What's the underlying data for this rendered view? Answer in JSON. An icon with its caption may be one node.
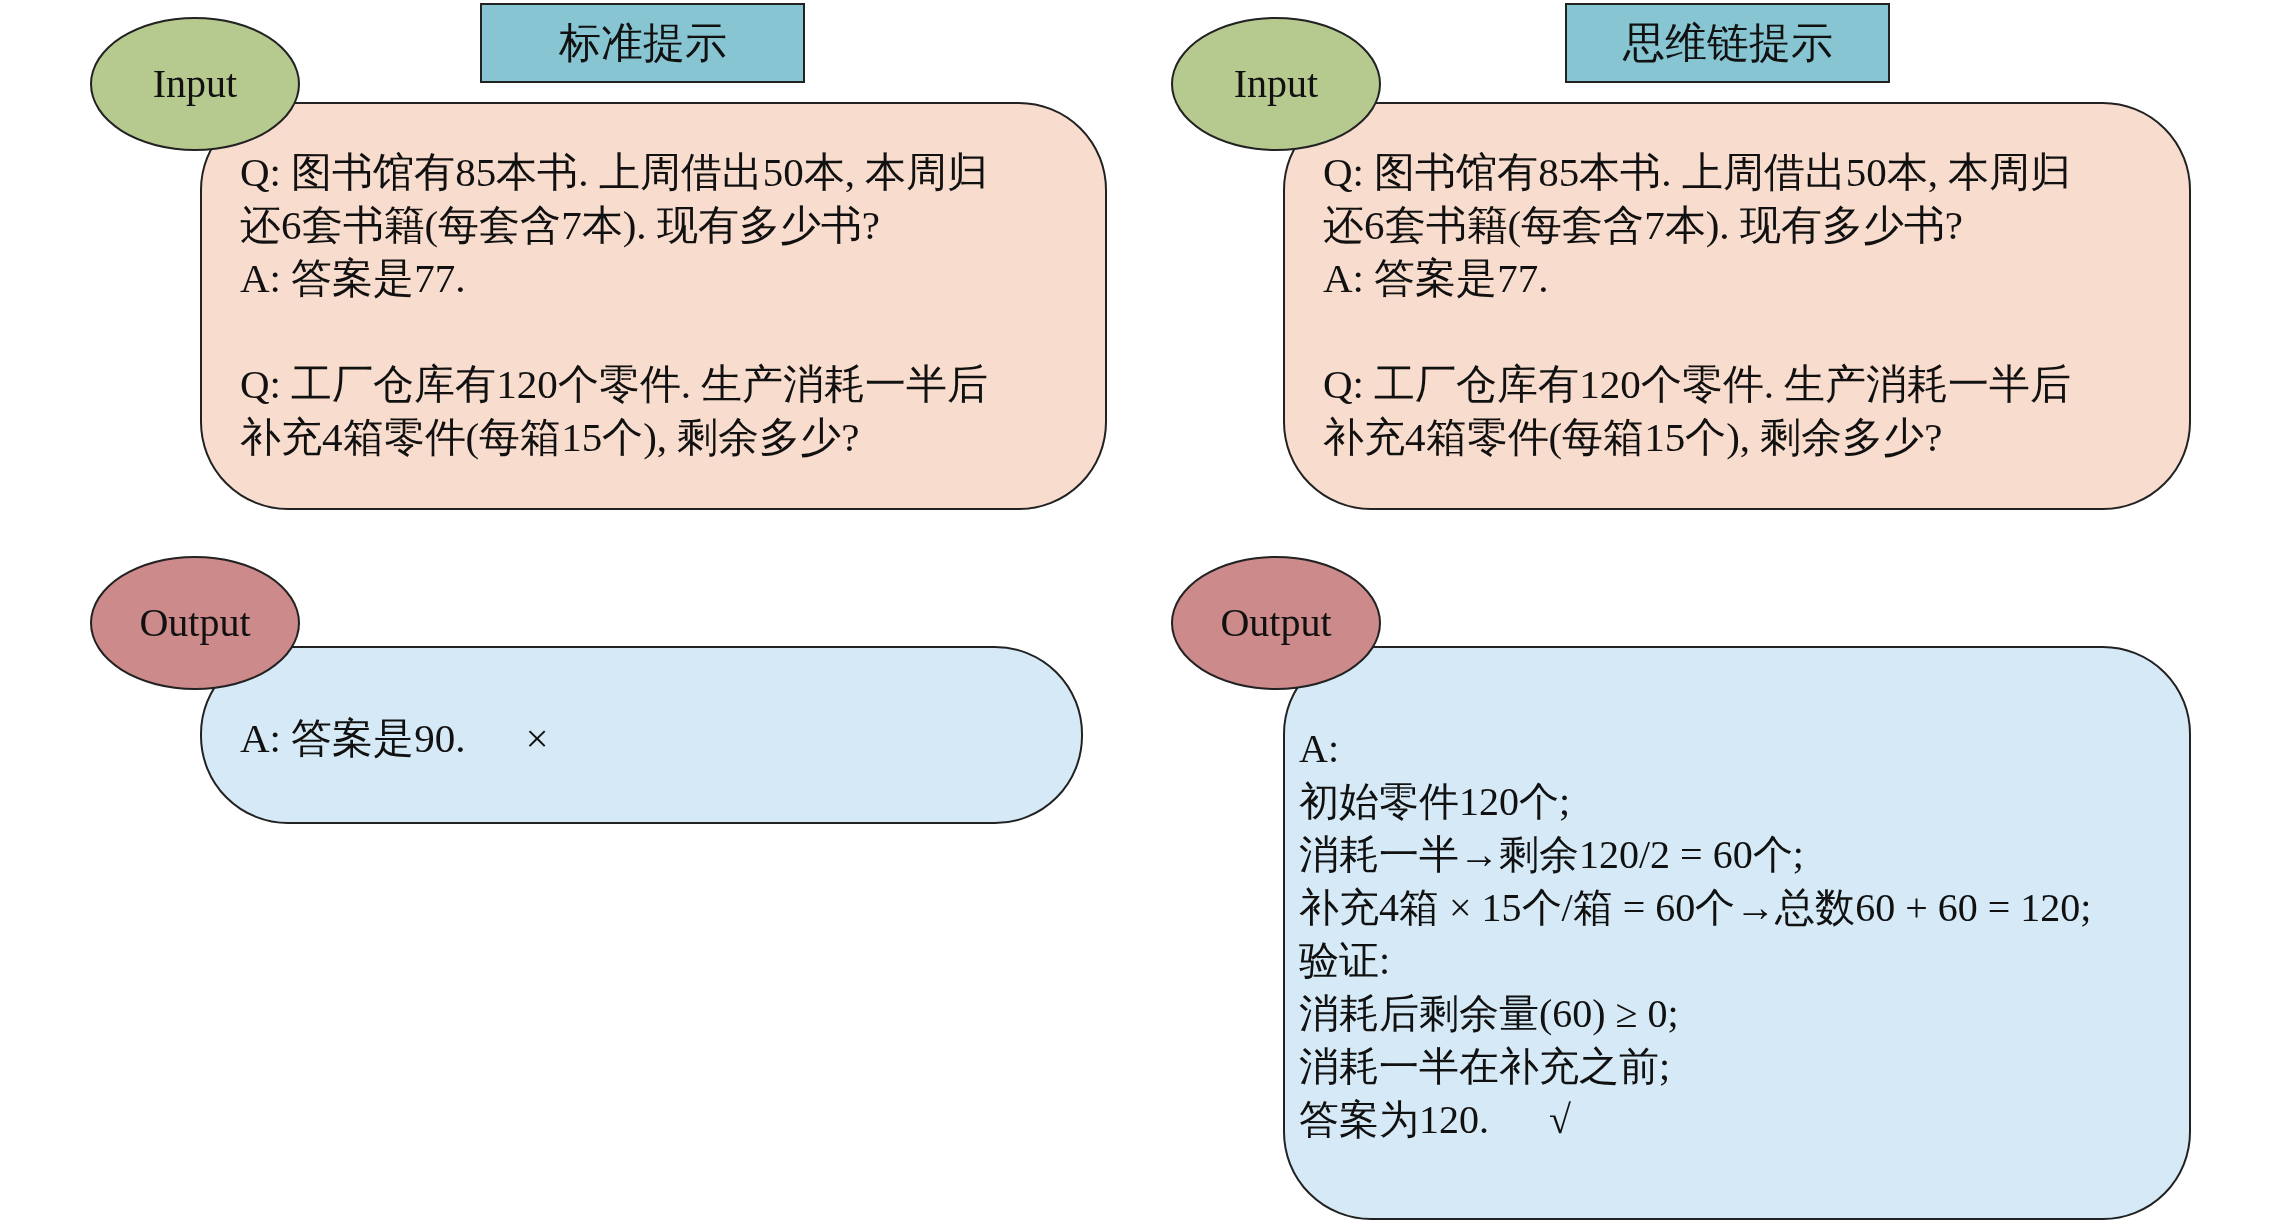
{
  "diagram": {
    "nodes": [
      {
        "text": [
          "标准提示"
        ]
      },
      {
        "text": [
          "Input"
        ]
      },
      {
        "text": [
          "Q: 图书馆有85本书. 上周借出50本, 本周归还6套书籍(每套含7本). 现有多少书?",
          "A: 答案是77.",
          "Q: 工厂仓库有120个零件. 生产消耗一半后补充4箱零件(每箱15个), 剩余多少?"
        ]
      },
      {
        "text": [
          "Output"
        ]
      },
      {
        "text": [
          "A: 答案是90.",
          "×"
        ]
      },
      {
        "text": [
          "思维链提示"
        ]
      },
      {
        "text": [
          "Input"
        ]
      },
      {
        "text": [
          "Q: 图书馆有85本书. 上周借出50本, 本周归还6套书籍(每套含7本). 现有多少书?",
          "A: 答案是77.",
          "Q: 工厂仓库有120个零件. 生产消耗一半后补充4箱零件(每箱15个), 剩余多少?"
        ]
      },
      {
        "text": [
          "Output"
        ]
      },
      {
        "text": [
          "A:",
          "初始零件120个;",
          "消耗一半→剩余120/2 = 60个;",
          "补充4箱 × 15个/箱 = 60个→总数60 + 60 = 120;",
          "验证:",
          "消耗后剩余量(60) ≥ 0;",
          "消耗一半在补充之前;",
          "答案为120.",
          "√"
        ]
      }
    ]
  }
}
